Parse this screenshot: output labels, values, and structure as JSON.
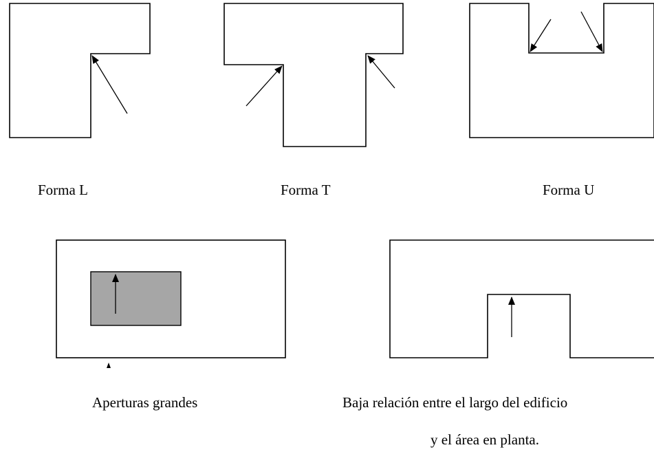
{
  "labels": {
    "shape_l": "Forma L",
    "shape_t": "Forma T",
    "shape_u": "Forma U",
    "large_openings": "Aperturas grandes",
    "low_ratio_line1": "Baja relación entre el largo del edificio",
    "low_ratio_line2": "y el área en planta."
  },
  "colors": {
    "outline": "#000000",
    "opening_fill": "#a6a6a6",
    "background": "#ffffff"
  }
}
